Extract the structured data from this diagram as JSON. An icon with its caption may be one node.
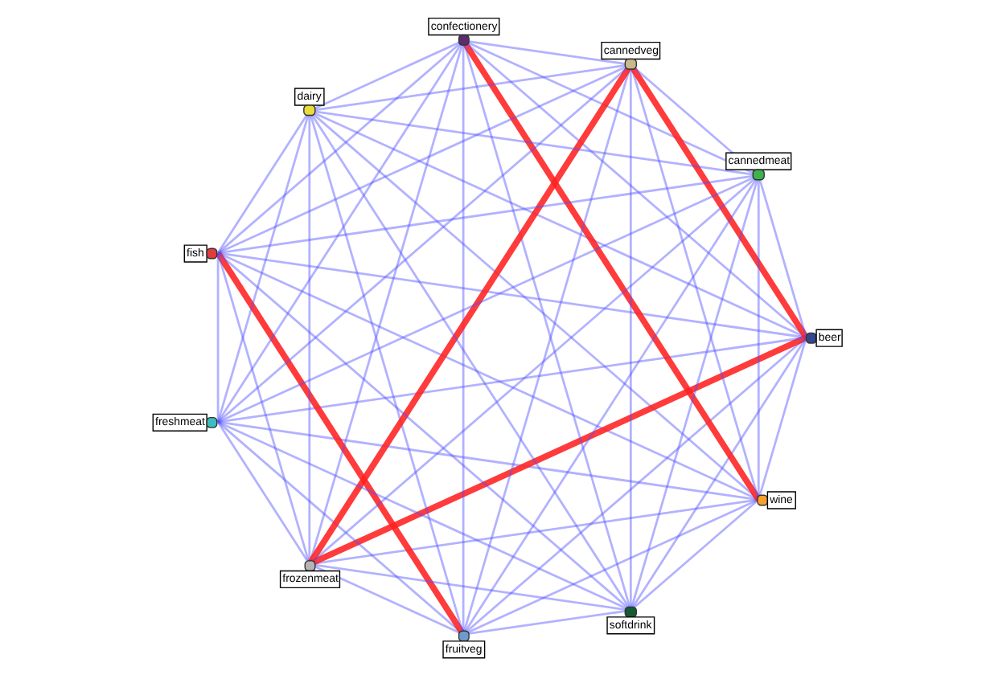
{
  "diagram": {
    "nodes": [
      {
        "text": [
          "confectionery"
        ]
      },
      {
        "text": [
          "cannedveg"
        ]
      },
      {
        "text": [
          "cannedmeat"
        ]
      },
      {
        "text": [
          "beer"
        ]
      },
      {
        "text": [
          "wine"
        ]
      },
      {
        "text": [
          "softdrink"
        ]
      },
      {
        "text": [
          "fruitveg"
        ]
      },
      {
        "text": [
          "frozenmeat"
        ]
      },
      {
        "text": [
          "freshmeat"
        ]
      },
      {
        "text": [
          "fish"
        ]
      },
      {
        "text": [
          "dairy"
        ]
      }
    ],
    "edges": [
      {
        "from": 0,
        "to": 1,
        "arrow": "none"
      },
      {
        "from": 1,
        "to": 2,
        "arrow": "none"
      },
      {
        "from": 2,
        "to": 3,
        "arrow": "none"
      },
      {
        "from": 3,
        "to": 4,
        "arrow": "none"
      },
      {
        "from": 4,
        "to": 5,
        "arrow": "none"
      },
      {
        "from": 5,
        "to": 6,
        "arrow": "none"
      },
      {
        "from": 6,
        "to": 7,
        "arrow": "none"
      },
      {
        "from": 7,
        "to": 8,
        "arrow": "none"
      },
      {
        "from": 8,
        "to": 9,
        "arrow": "none"
      },
      {
        "from": 9,
        "to": 10,
        "arrow": "none"
      },
      {
        "from": 0,
        "to": 10,
        "arrow": "none"
      },
      {
        "from": 0,
        "to": 2,
        "arrow": "none"
      },
      {
        "from": 0,
        "to": 3,
        "arrow": "none"
      },
      {
        "from": 0,
        "to": 4,
        "arrow": "none",
        "style": "thick",
        "color": "#ff2020"
      },
      {
        "from": 0,
        "to": 5,
        "arrow": "none"
      },
      {
        "from": 0,
        "to": 6,
        "arrow": "none"
      },
      {
        "from": 0,
        "to": 7,
        "arrow": "none"
      },
      {
        "from": 0,
        "to": 8,
        "arrow": "none"
      },
      {
        "from": 0,
        "to": 9,
        "arrow": "none"
      },
      {
        "from": 1,
        "to": 3,
        "arrow": "none",
        "style": "thick",
        "color": "#ff2020"
      },
      {
        "from": 1,
        "to": 4,
        "arrow": "none"
      },
      {
        "from": 1,
        "to": 5,
        "arrow": "none"
      },
      {
        "from": 1,
        "to": 6,
        "arrow": "none"
      },
      {
        "from": 1,
        "to": 7,
        "arrow": "none",
        "style": "thick",
        "color": "#ff2020"
      },
      {
        "from": 1,
        "to": 8,
        "arrow": "none"
      },
      {
        "from": 1,
        "to": 9,
        "arrow": "none"
      },
      {
        "from": 1,
        "to": 10,
        "arrow": "none"
      },
      {
        "from": 2,
        "to": 4,
        "arrow": "none"
      },
      {
        "from": 2,
        "to": 5,
        "arrow": "none"
      },
      {
        "from": 2,
        "to": 6,
        "arrow": "none"
      },
      {
        "from": 2,
        "to": 7,
        "arrow": "none"
      },
      {
        "from": 2,
        "to": 8,
        "arrow": "none"
      },
      {
        "from": 2,
        "to": 9,
        "arrow": "none"
      },
      {
        "from": 2,
        "to": 10,
        "arrow": "none"
      },
      {
        "from": 3,
        "to": 5,
        "arrow": "none"
      },
      {
        "from": 3,
        "to": 6,
        "arrow": "none"
      },
      {
        "from": 3,
        "to": 7,
        "arrow": "none",
        "style": "thick",
        "color": "#ff2020"
      },
      {
        "from": 3,
        "to": 8,
        "arrow": "none"
      },
      {
        "from": 3,
        "to": 9,
        "arrow": "none"
      },
      {
        "from": 3,
        "to": 10,
        "arrow": "none"
      },
      {
        "from": 4,
        "to": 6,
        "arrow": "none"
      },
      {
        "from": 4,
        "to": 7,
        "arrow": "none"
      },
      {
        "from": 4,
        "to": 8,
        "arrow": "none"
      },
      {
        "from": 4,
        "to": 9,
        "arrow": "none"
      },
      {
        "from": 4,
        "to": 10,
        "arrow": "none"
      },
      {
        "from": 5,
        "to": 7,
        "arrow": "none"
      },
      {
        "from": 5,
        "to": 8,
        "arrow": "none"
      },
      {
        "from": 5,
        "to": 9,
        "arrow": "none"
      },
      {
        "from": 5,
        "to": 10,
        "arrow": "none"
      },
      {
        "from": 6,
        "to": 8,
        "arrow": "none"
      },
      {
        "from": 6,
        "to": 9,
        "arrow": "none",
        "style": "thick",
        "color": "#ff2020"
      },
      {
        "from": 6,
        "to": 10,
        "arrow": "none"
      },
      {
        "from": 7,
        "to": 9,
        "arrow": "none"
      },
      {
        "from": 7,
        "to": 10,
        "arrow": "none"
      },
      {
        "from": 8,
        "to": 10,
        "arrow": "none"
      }
    ]
  }
}
